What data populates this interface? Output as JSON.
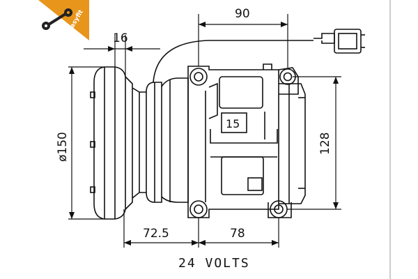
{
  "badge": {
    "text": "easyfit"
  },
  "dimensions": {
    "width_90": "90",
    "width_16": "16",
    "diameter_150": "ø150",
    "height_128": "128",
    "offset_72_5": "72.5",
    "span_78": "78"
  },
  "part_label": "15",
  "voltage": "24 VOLTS",
  "colors": {
    "badge": "#e8951c",
    "line": "#111111"
  }
}
